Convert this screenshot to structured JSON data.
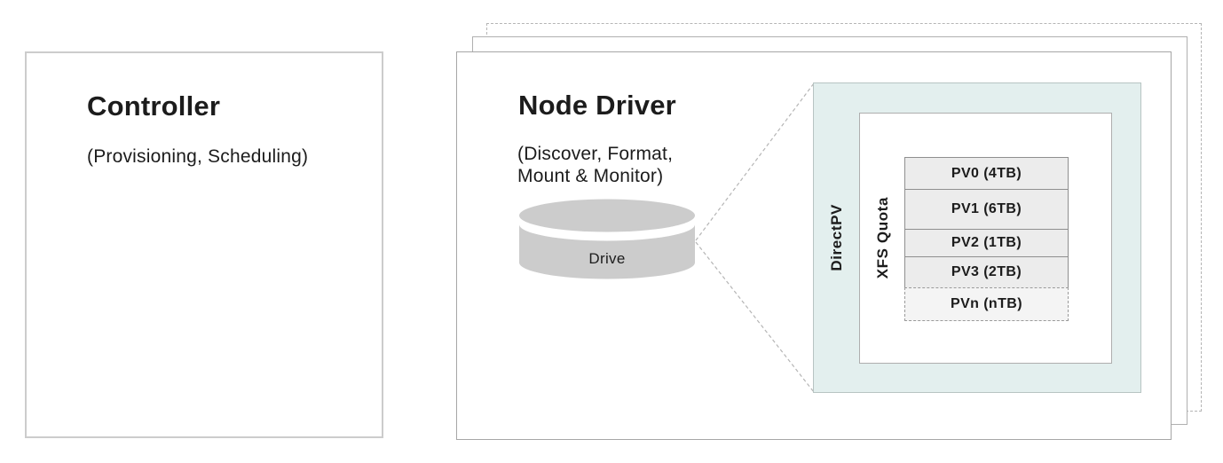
{
  "controller": {
    "title": "Controller",
    "subtitle": "(Provisioning, Scheduling)"
  },
  "node_driver": {
    "title": "Node Driver",
    "subtitle_line1": "(Discover, Format,",
    "subtitle_line2": "Mount & Monitor)",
    "drive": {
      "label": "Drive"
    }
  },
  "direct_pv": {
    "label": "DirectPV",
    "quota_label": "XFS Quota",
    "volumes": [
      {
        "label": "PV0 (4TB)"
      },
      {
        "label": "PV1 (6TB)"
      },
      {
        "label": "PV2 (1TB)"
      },
      {
        "label": "PV3 (2TB)"
      },
      {
        "label": "PVn (nTB)"
      }
    ]
  },
  "colors": {
    "directpv_fill": "#e3efee",
    "pv_row_fill": "#ececec",
    "cylinder_fill": "#cccccc",
    "box_border_gray": "#a6a6a6",
    "light_border_gray": "#cccccc",
    "text": "#1c1c1c"
  }
}
